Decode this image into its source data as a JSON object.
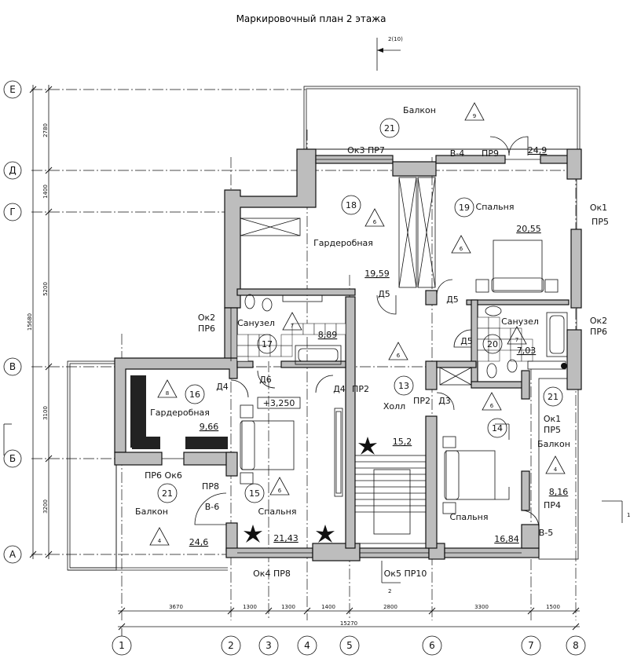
{
  "title": "Маркировочный план 2 этажа",
  "axes_vertical": [
    "1",
    "2",
    "3",
    "4",
    "5",
    "6",
    "7",
    "8"
  ],
  "axes_horizontal": [
    "Е",
    "Д",
    "Г",
    "В",
    "Б",
    "А"
  ],
  "dims_bottom": [
    "3670",
    "1300",
    "1300",
    "1400",
    "2800",
    "3300",
    "1500"
  ],
  "dim_total_bottom": "15270",
  "dims_left": [
    "2780",
    "1400",
    "5200",
    "3100",
    "3200"
  ],
  "dim_total_left": "15680",
  "section_top": "2(10)",
  "section_bottom": "2",
  "section_right": "1",
  "rooms": {
    "r13": {
      "num": "13",
      "name": "Холл",
      "area": "15,2"
    },
    "r14": {
      "num": "14",
      "name": "Спальня",
      "area": "16,84"
    },
    "r15": {
      "num": "15",
      "name": "Спальня",
      "area": "21,43"
    },
    "r16": {
      "num": "16",
      "name": "Гардеробная",
      "area": "9,66"
    },
    "r17": {
      "num": "17",
      "name": "Санузел",
      "area": "8,89"
    },
    "r18": {
      "num": "18",
      "name": "Гардеробная",
      "area": "19,59"
    },
    "r19": {
      "num": "19",
      "name": "Спальня",
      "area": "20,55"
    },
    "r20": {
      "num": "20",
      "name": "Санузел",
      "area": "7,03"
    },
    "r21_top": {
      "num": "21",
      "name": "Балкон",
      "area": "24,9"
    },
    "r21_left": {
      "num": "21",
      "name": "Балкон",
      "area": "24,6"
    },
    "r21_right": {
      "num": "21",
      "name": "Балкон",
      "area": "8,16"
    }
  },
  "finish_marks": {
    "m9": "9",
    "m6a": "6",
    "m6b": "6",
    "m7a": "7",
    "m7b": "7",
    "m6c": "6",
    "m8": "8",
    "m6d": "6",
    "m6e": "6",
    "m4a": "4",
    "m4b": "4"
  },
  "labels": {
    "ok3_pr7": "Ок3 ПР7",
    "v4": "В-4",
    "pr9": "ПР9",
    "ok1_pr5_a": "Ок1",
    "ok1_pr5_b": "ПР5",
    "ok2_l_a": "Ок2",
    "ok2_l_b": "ПР6",
    "ok2_r_a": "Ок2",
    "ok2_r_b": "ПР6",
    "d5a": "Д5",
    "d5b": "Д5",
    "d5c": "Д5",
    "d4a": "Д4",
    "d4b": "Д4",
    "d6": "Д6",
    "pr2a": "ПР2",
    "pr2b": "ПР2",
    "d3": "Д3",
    "elev": "+3,250",
    "pr6_ok6": "ПР6 Ок6",
    "pr8a": "ПР8",
    "v6": "В-6",
    "ok1_r_a": "Ок1",
    "ok1_r_b": "ПР5",
    "pr4": "ПР4",
    "v5": "В-5",
    "ok4_pr8": "Ок4  ПР8",
    "ok5_pr10": "Ок5  ПР10"
  }
}
